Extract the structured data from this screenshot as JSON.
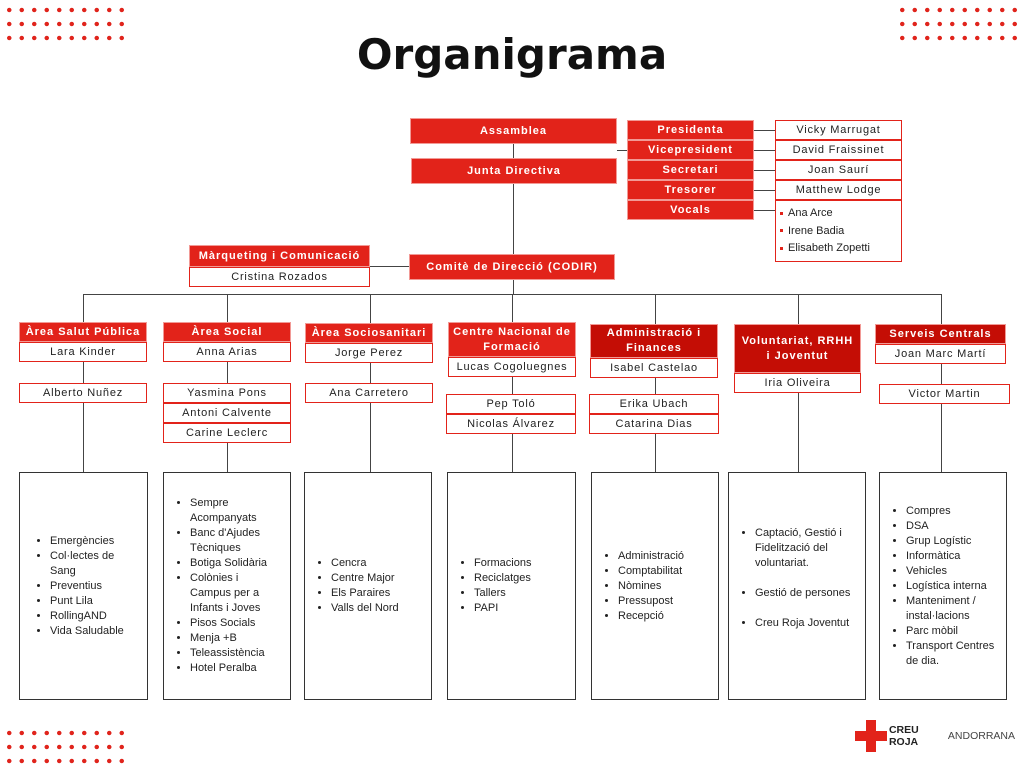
{
  "title": "Organigrama",
  "logo": {
    "text": "CREU ROJA ANDORRANA",
    "bold": "CREU ROJA",
    "light": "ANDORRANA",
    "color": "#e2231a"
  },
  "assemblea": "Assamblea",
  "junta": "Junta Directiva",
  "board": [
    {
      "role": "Presidenta",
      "name": "Vicky Marrugat"
    },
    {
      "role": "Vicepresident",
      "name": "David Fraissinet"
    },
    {
      "role": "Secretari",
      "name": "Joan Saurí"
    },
    {
      "role": "Tresorer",
      "name": "Matthew Lodge"
    },
    {
      "role": "Vocals",
      "names": [
        "Ana Arce",
        "Irene Badia",
        "Elisabeth Zopetti"
      ]
    }
  ],
  "marketing": {
    "title": "Màrqueting i Comunicació",
    "name": "Cristina Rozados"
  },
  "codir": "Comitè de Direcció (CODIR)",
  "areas": [
    {
      "title": "Àrea Salut Pública",
      "head": "Lara Kinder",
      "staff": [
        "Alberto Nuñez"
      ],
      "items": [
        "Emergències",
        "Col·lectes de Sang",
        "Preventius",
        "Punt Lila",
        "RollingAND",
        "Vida Saludable"
      ]
    },
    {
      "title": "Àrea Social",
      "head": "Anna Arias",
      "staff": [
        "Yasmina Pons",
        "Antoni Calvente",
        "Carine Leclerc"
      ],
      "items": [
        "Sempre Acompanyats",
        "Banc d'Ajudes Tècniques",
        "Botiga Solidària",
        "Colònies i Campus per a Infants i Joves",
        "Pisos Socials",
        "Menja +B",
        "Teleassistència",
        "Hotel Peralba"
      ]
    },
    {
      "title": "Àrea Sociosanitari",
      "head": "Jorge Perez",
      "staff": [
        "Ana Carretero"
      ],
      "items": [
        "Cencra",
        "Centre Major",
        "Els Paraires",
        "Valls del Nord"
      ]
    },
    {
      "title": "Centre Nacional de Formació",
      "head": "Lucas Cogoluegnes",
      "staff": [
        "Pep Toló",
        "Nicolas Álvarez"
      ],
      "items": [
        "Formacions",
        "Reciclatges",
        "Tallers",
        "PAPI"
      ]
    },
    {
      "title": "Administració i Finances",
      "head": "Isabel Castelao",
      "staff": [
        "Erika Ubach",
        "Catarina Dias"
      ],
      "items": [
        "Administració",
        "Comptabilitat",
        "Nòmines",
        "Pressupost",
        "Recepció"
      ]
    },
    {
      "title": "Voluntariat, RRHH i Joventut",
      "head": "Iria Oliveira",
      "staff": [],
      "items": [
        "Captació, Gestió i Fidelització del voluntariat.",
        "Gestió de persones",
        "Creu Roja Joventut"
      ]
    },
    {
      "title": "Serveis Centrals",
      "head": "Joan Marc Martí",
      "staff": [
        "Victor Martin"
      ],
      "items": [
        "Compres",
        "DSA",
        "Grup Logístic",
        "Informàtica",
        "Vehicles",
        "Logística interna",
        "Manteniment / instal·lacions",
        "Parc mòbil",
        "Transport Centres de dia."
      ]
    }
  ]
}
